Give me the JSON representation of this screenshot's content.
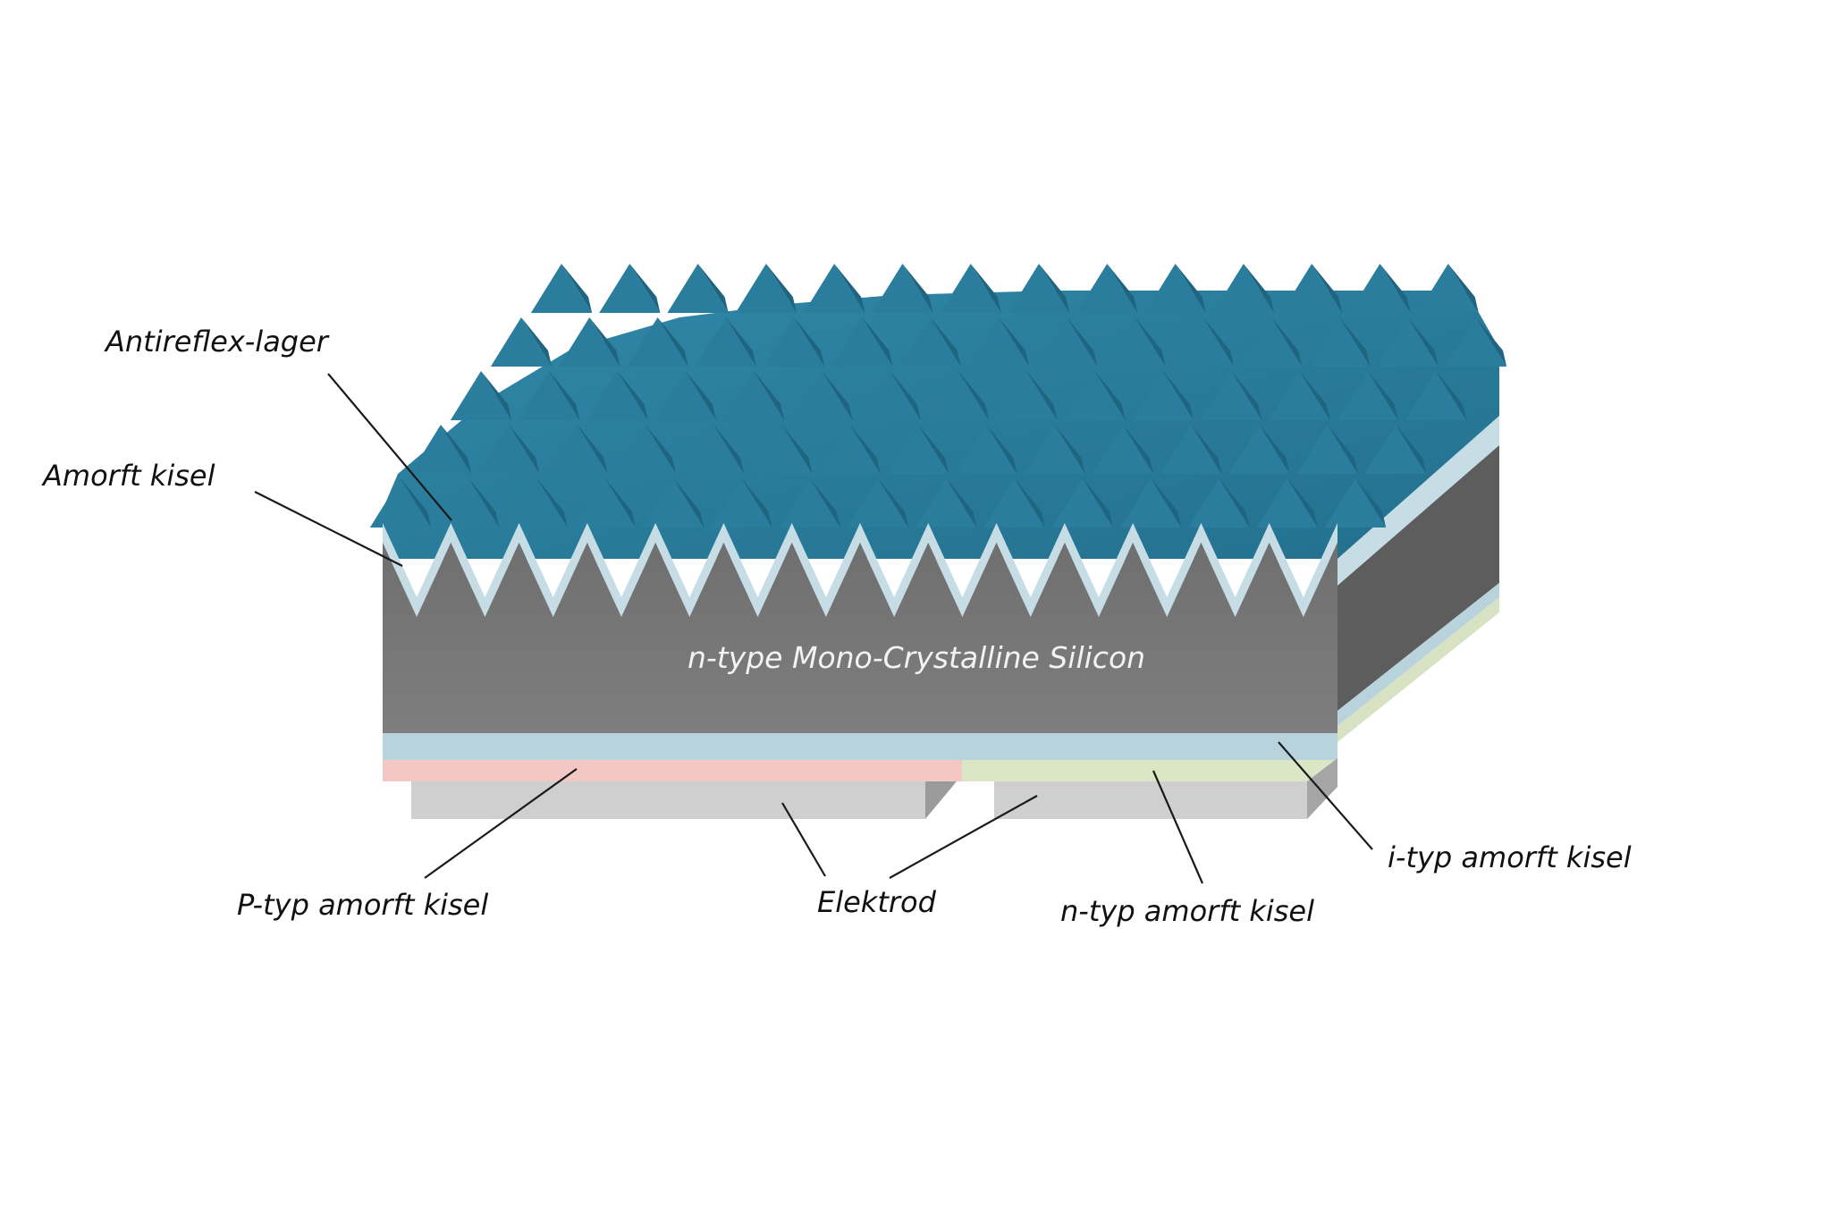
{
  "diagram": {
    "center_label": "n-type Mono-Crystalline Silicon",
    "labels": {
      "antireflex": "Antireflex-lager",
      "amorft": "Amorft kisel",
      "ptyp": "P-typ amorft kisel",
      "elektrod": "Elektrod",
      "ntyp": "n-typ amorft kisel",
      "ityp": "i-typ amorft kisel"
    },
    "colors": {
      "antireflex_top": "#2c7a98",
      "antireflex_dark": "#1f5f79",
      "amorphous_light": "#c7dde6",
      "silicon_front": "#777777",
      "silicon_side": "#5d5d5d",
      "i_layer": "#b9d3dc",
      "p_layer": "#f2c7c4",
      "n_layer": "#dbe6c5",
      "electrode": "#cfcfcf",
      "electrode_side": "#9b9b9b"
    }
  }
}
